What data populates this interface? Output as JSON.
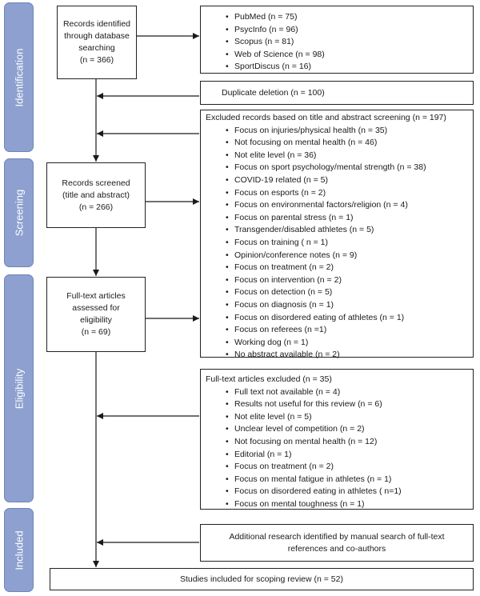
{
  "phases": {
    "identification": "Identification",
    "screening": "Screening",
    "eligibility": "Eligibility",
    "included": "Included"
  },
  "boxes": {
    "identified": {
      "line1": "Records identified",
      "line2": "through database",
      "line3": "searching",
      "line4": "(n = 366)"
    },
    "databases": [
      "PubMed (n = 75)",
      "PsycInfo (n = 96)",
      "Scopus (n = 81)",
      "Web of Science (n = 98)",
      "SportDiscus (n = 16)"
    ],
    "duplicates": "Duplicate deletion (n = 100)",
    "excluded_title": {
      "header": "Excluded records based on title and abstract screening (n = 197)",
      "items": [
        "Focus on injuries/physical health (n = 35)",
        "Not focusing on mental health (n = 46)",
        "Not elite level (n = 36)",
        "Focus on sport psychology/mental strength (n = 38)",
        "COVID-19 related (n = 5)",
        "Focus on esports (n = 2)",
        "Focus on environmental factors/religion (n = 4)",
        "Focus on parental stress (n = 1)",
        "Transgender/disabled   athletes (n = 5)",
        "Focus on training ( n = 1)",
        "Opinion/conference notes (n = 9)",
        "Focus on treatment (n = 2)",
        "Focus on intervention (n = 2)",
        "Focus on detection (n = 5)",
        "Focus on diagnosis (n = 1)",
        "Focus on disordered eating of athletes (n = 1)",
        "Focus on referees (n =1)",
        "Working dog (n = 1)",
        "No abstract available (n = 2)"
      ]
    },
    "screened": {
      "line1": "Records screened",
      "line2": "(title and abstract)",
      "line3": "(n = 266)"
    },
    "fulltext": {
      "line1": "Full-text articles",
      "line2": "assessed for",
      "line3": "eligibility",
      "line4": "(n = 69)"
    },
    "excluded_fulltext": {
      "header": "Full-text articles excluded (n = 35)",
      "items": [
        "Full text not available (n = 4)",
        "Results not useful for this review (n = 6)",
        "Not elite level (n = 5)",
        "Unclear level of competition (n = 2)",
        "Not focusing on mental health (n = 12)",
        "Editorial (n = 1)",
        "Focus on treatment (n = 2)",
        "Focus on mental fatigue in athletes (n = 1)",
        "Focus on disordered eating in athletes ( n=1)",
        "Focus on mental toughness (n = 1)"
      ]
    },
    "additional": {
      "line1": "Additional research identified by manual search of full-text",
      "line2": "references and co-authors"
    },
    "included": "Studies included for scoping review (n = 52)"
  },
  "colors": {
    "phase_fill": "#8da0cf",
    "phase_text": "#ffffff",
    "line": "#1a1a1a"
  }
}
